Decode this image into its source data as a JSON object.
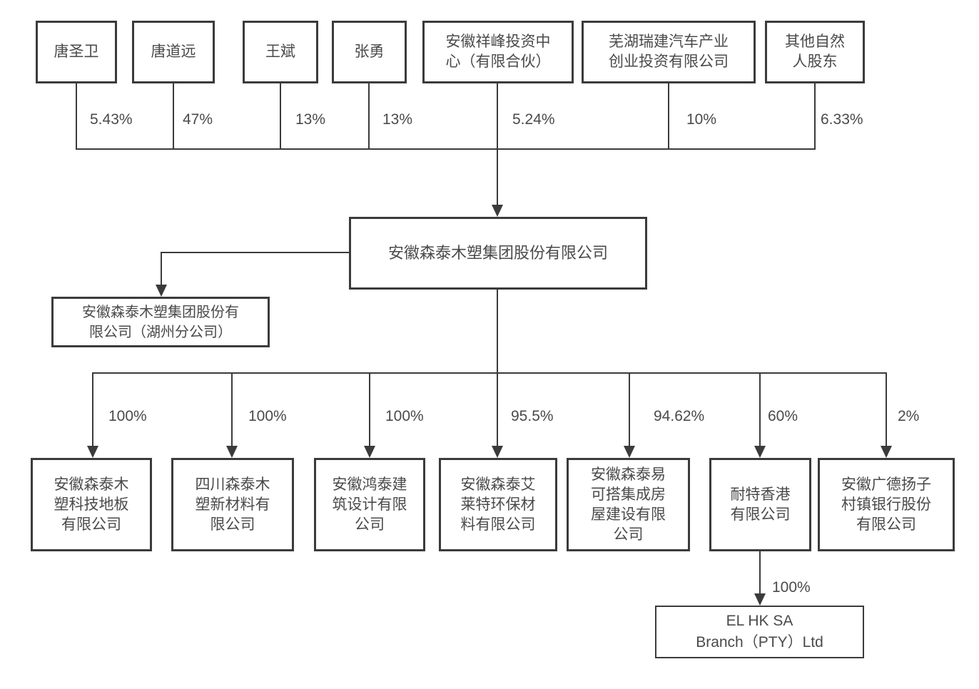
{
  "diagram": {
    "title_hint": "equity ownership structure chart",
    "colors": {
      "line": "#3b3b3b",
      "text": "#4a4a4a",
      "background": "#ffffff"
    },
    "shareholders": [
      {
        "name": "唐圣卫",
        "pct": "5.43%"
      },
      {
        "name": "唐道远",
        "pct": "47%"
      },
      {
        "name": "王斌",
        "pct": "13%"
      },
      {
        "name": "张勇",
        "pct": "13%"
      },
      {
        "name": "安徽祥峰投资中\n心（有限合伙）",
        "pct": "5.24%"
      },
      {
        "name": "芜湖瑞建汽车产业\n创业投资有限公司",
        "pct": "10%"
      },
      {
        "name": "其他自然\n人股东",
        "pct": "6.33%"
      }
    ],
    "parent_company": {
      "name": "安徽森泰木塑集团股份有限公司"
    },
    "branch": {
      "name": "安徽森泰木塑集团股份有\n限公司（湖州分公司）"
    },
    "subsidiaries": [
      {
        "name": "安徽森泰木\n塑科技地板\n有限公司",
        "pct": "100%"
      },
      {
        "name": "四川森泰木\n塑新材料有\n限公司",
        "pct": "100%"
      },
      {
        "name": "安徽鸿泰建\n筑设计有限\n公司",
        "pct": "100%"
      },
      {
        "name": "安徽森泰艾\n莱特环保材\n料有限公司",
        "pct": "95.5%"
      },
      {
        "name": "安徽森泰易\n可搭集成房\n屋建设有限\n公司",
        "pct": "94.62%"
      },
      {
        "name": "耐特香港\n有限公司",
        "pct": "60%"
      },
      {
        "name": "安徽广德扬子\n村镇银行股份\n有限公司",
        "pct": "2%"
      }
    ],
    "grandchild": {
      "name": "EL HK SA\nBranch（PTY）Ltd",
      "pct": "100%"
    }
  }
}
